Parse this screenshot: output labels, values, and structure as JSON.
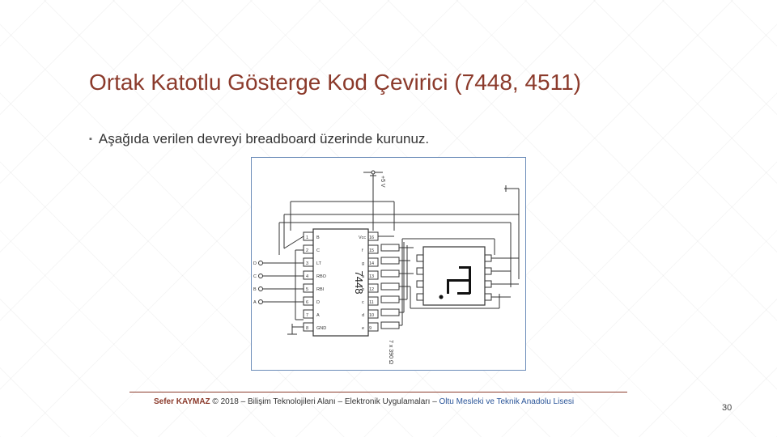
{
  "slide": {
    "title": "Ortak Katotlu Gösterge Kod Çevirici (7448, 4511)",
    "bullet": "Aşağıda verilen devreyi breadboard üzerinde kurunuz.",
    "page_number": "30"
  },
  "circuit": {
    "ic_label": "7448",
    "supply_label": "+5 V",
    "resistor_label": "7 x 390 Ω",
    "left_pins": [
      "1",
      "2",
      "3",
      "4",
      "5",
      "6",
      "7",
      "8"
    ],
    "right_pins": [
      "16",
      "15",
      "14",
      "13",
      "12",
      "11",
      "10",
      "9"
    ],
    "left_pin_names": [
      "B",
      "C",
      "LT",
      "RBO",
      "RBI",
      "D",
      "A",
      "GND"
    ],
    "right_pin_names": [
      "Vcc",
      "f",
      "g",
      "a",
      "b",
      "c",
      "d",
      "e"
    ],
    "inputs": [
      "D",
      "C",
      "B",
      "A"
    ]
  },
  "footer": {
    "author": "Sefer KAYMAZ",
    "middle": " © 2018 – Bilişim Teknolojileri Alanı – Elektronik Uygulamaları – ",
    "school": "Oltu Mesleki ve Teknik Anadolu Lisesi"
  }
}
